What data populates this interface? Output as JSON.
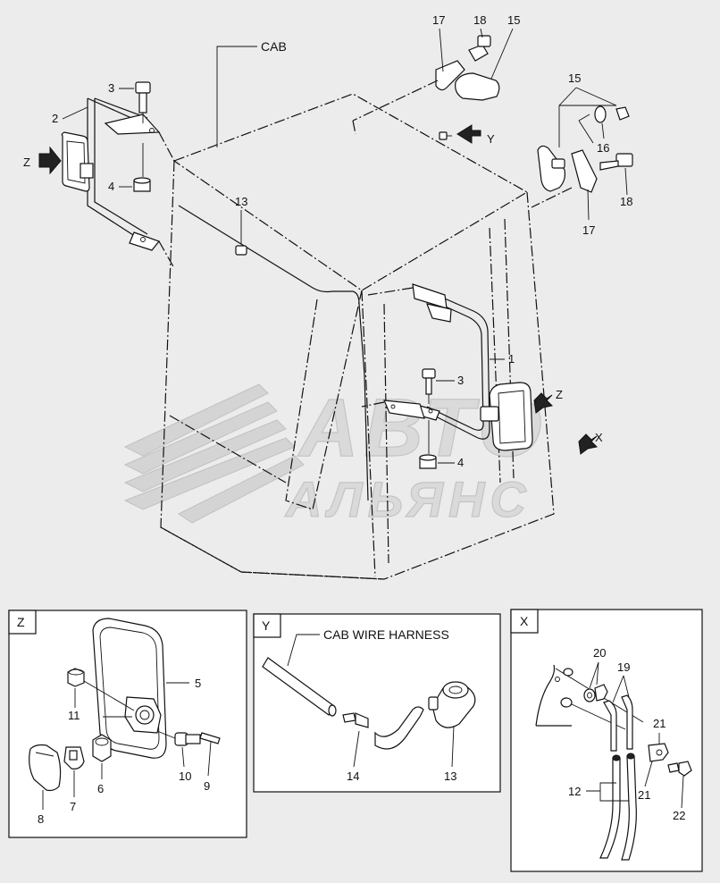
{
  "main_view": {
    "cab_label": "CAB",
    "callouts": [
      "1",
      "2",
      "3",
      "3",
      "4",
      "4",
      "13",
      "15",
      "15",
      "16",
      "17",
      "17",
      "18",
      "18"
    ],
    "view_arrows": [
      "Y",
      "Z",
      "Z",
      "X"
    ]
  },
  "watermark": {
    "line1": "АВТО",
    "line2": "АЛЬЯНС"
  },
  "panel_z": {
    "tag": "Z",
    "callouts": [
      "5",
      "6",
      "7",
      "8",
      "9",
      "10",
      "11"
    ]
  },
  "panel_y": {
    "tag": "Y",
    "title": "CAB WIRE HARNESS",
    "callouts": [
      "13",
      "14"
    ]
  },
  "panel_x": {
    "tag": "X",
    "callouts": [
      "12",
      "19",
      "20",
      "21",
      "21",
      "22"
    ]
  }
}
